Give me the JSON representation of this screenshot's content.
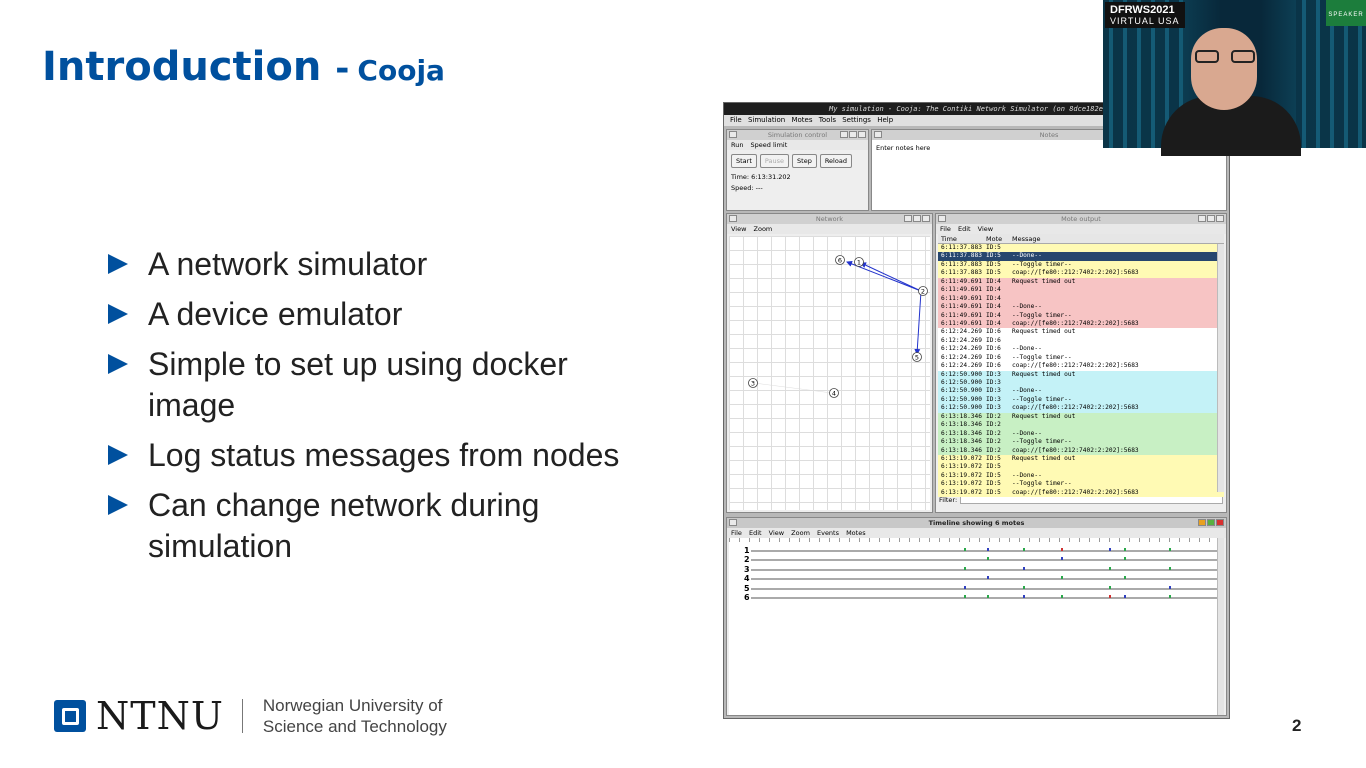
{
  "slide": {
    "title": "Introduction",
    "separator": "-",
    "subtitle": "Cooja",
    "bullets": [
      "A network simulator",
      "A device emulator",
      "Simple to set up using docker image",
      "Log status messages from nodes",
      "Can change network during simulation"
    ],
    "footer": {
      "logo_text": "NTNU",
      "university_line1": "Norwegian University of",
      "university_line2": "Science and Technology"
    },
    "page_number": "2"
  },
  "cooja": {
    "window_title": "My simulation - Cooja: The Contiki Network Simulator (on 8dce182e4d78)",
    "menu": [
      "File",
      "Simulation",
      "Motes",
      "Tools",
      "Settings",
      "Help"
    ],
    "sim_control": {
      "title": "Simulation control",
      "menu": [
        "Run",
        "Speed limit"
      ],
      "buttons": [
        "Start",
        "Pause",
        "Step",
        "Reload"
      ],
      "time": "Time: 6:13:31.202",
      "speed": "Speed: ---"
    },
    "notes": {
      "title": "Notes",
      "text": "Enter notes here"
    },
    "network": {
      "title": "Network",
      "menu": [
        "View",
        "Zoom"
      ],
      "motes": [
        "1",
        "2",
        "3",
        "4",
        "5",
        "6"
      ]
    },
    "mote_output": {
      "title": "Mote output",
      "menu": [
        "File",
        "Edit",
        "View"
      ],
      "columns": [
        "Time",
        "Mote",
        "Message"
      ],
      "filter_label": "Filter:",
      "rows": [
        {
          "time": "6:11:37.883",
          "mote": "ID:5",
          "msg": "",
          "color": "#fffab4"
        },
        {
          "time": "6:11:37.883",
          "mote": "ID:5",
          "msg": "--Done--",
          "color": "#27466e"
        },
        {
          "time": "6:11:37.883",
          "mote": "ID:5",
          "msg": "--Toggle timer--",
          "color": "#fffab4"
        },
        {
          "time": "6:11:37.883",
          "mote": "ID:5",
          "msg": "coap://[fe80::212:7402:2:202]:5683",
          "color": "#fffab4"
        },
        {
          "time": "6:11:49.691",
          "mote": "ID:4",
          "msg": "Request timed out",
          "color": "#f7c4c4"
        },
        {
          "time": "6:11:49.691",
          "mote": "ID:4",
          "msg": "",
          "color": "#f7c4c4"
        },
        {
          "time": "6:11:49.691",
          "mote": "ID:4",
          "msg": "",
          "color": "#f7c4c4"
        },
        {
          "time": "6:11:49.691",
          "mote": "ID:4",
          "msg": "--Done--",
          "color": "#f7c4c4"
        },
        {
          "time": "6:11:49.691",
          "mote": "ID:4",
          "msg": "--Toggle timer--",
          "color": "#f7c4c4"
        },
        {
          "time": "6:11:49.691",
          "mote": "ID:4",
          "msg": "coap://[fe80::212:7402:2:202]:5683",
          "color": "#f7c4c4"
        },
        {
          "time": "6:12:24.269",
          "mote": "ID:6",
          "msg": "Request timed out",
          "color": "#ffffff"
        },
        {
          "time": "6:12:24.269",
          "mote": "ID:6",
          "msg": "",
          "color": "#ffffff"
        },
        {
          "time": "6:12:24.269",
          "mote": "ID:6",
          "msg": "--Done--",
          "color": "#ffffff"
        },
        {
          "time": "6:12:24.269",
          "mote": "ID:6",
          "msg": "--Toggle timer--",
          "color": "#ffffff"
        },
        {
          "time": "6:12:24.269",
          "mote": "ID:6",
          "msg": "coap://[fe80::212:7402:2:202]:5683",
          "color": "#ffffff"
        },
        {
          "time": "6:12:50.900",
          "mote": "ID:3",
          "msg": "Request timed out",
          "color": "#c4f2f7"
        },
        {
          "time": "6:12:50.900",
          "mote": "ID:3",
          "msg": "",
          "color": "#c4f2f7"
        },
        {
          "time": "6:12:50.900",
          "mote": "ID:3",
          "msg": "--Done--",
          "color": "#c4f2f7"
        },
        {
          "time": "6:12:50.900",
          "mote": "ID:3",
          "msg": "--Toggle timer--",
          "color": "#c4f2f7"
        },
        {
          "time": "6:12:50.900",
          "mote": "ID:3",
          "msg": "coap://[fe80::212:7402:2:202]:5683",
          "color": "#c4f2f7"
        },
        {
          "time": "6:13:18.346",
          "mote": "ID:2",
          "msg": "Request timed out",
          "color": "#c8f0c4"
        },
        {
          "time": "6:13:18.346",
          "mote": "ID:2",
          "msg": "",
          "color": "#c8f0c4"
        },
        {
          "time": "6:13:18.346",
          "mote": "ID:2",
          "msg": "--Done--",
          "color": "#c8f0c4"
        },
        {
          "time": "6:13:18.346",
          "mote": "ID:2",
          "msg": "--Toggle timer--",
          "color": "#c8f0c4"
        },
        {
          "time": "6:13:18.346",
          "mote": "ID:2",
          "msg": "coap://[fe80::212:7402:2:202]:5683",
          "color": "#c8f0c4"
        },
        {
          "time": "6:13:19.072",
          "mote": "ID:5",
          "msg": "Request timed out",
          "color": "#fffab4"
        },
        {
          "time": "6:13:19.072",
          "mote": "ID:5",
          "msg": "",
          "color": "#fffab4"
        },
        {
          "time": "6:13:19.072",
          "mote": "ID:5",
          "msg": "--Done--",
          "color": "#fffab4"
        },
        {
          "time": "6:13:19.072",
          "mote": "ID:5",
          "msg": "--Toggle timer--",
          "color": "#fffab4"
        },
        {
          "time": "6:13:19.072",
          "mote": "ID:5",
          "msg": "coap://[fe80::212:7402:2:202]:5683",
          "color": "#fffab4"
        }
      ]
    },
    "timeline": {
      "title": "Timeline showing 6 motes",
      "menu": [
        "File",
        "Edit",
        "View",
        "Zoom",
        "Events",
        "Motes"
      ],
      "motes": [
        "1",
        "2",
        "3",
        "4",
        "5",
        "6"
      ]
    }
  },
  "webcam": {
    "event_line1": "DFRWS2021",
    "event_line2": "VIRTUAL USA",
    "badge": "SPEAKER"
  },
  "colors": {
    "brand_blue": "#00509e",
    "text": "#222222"
  }
}
